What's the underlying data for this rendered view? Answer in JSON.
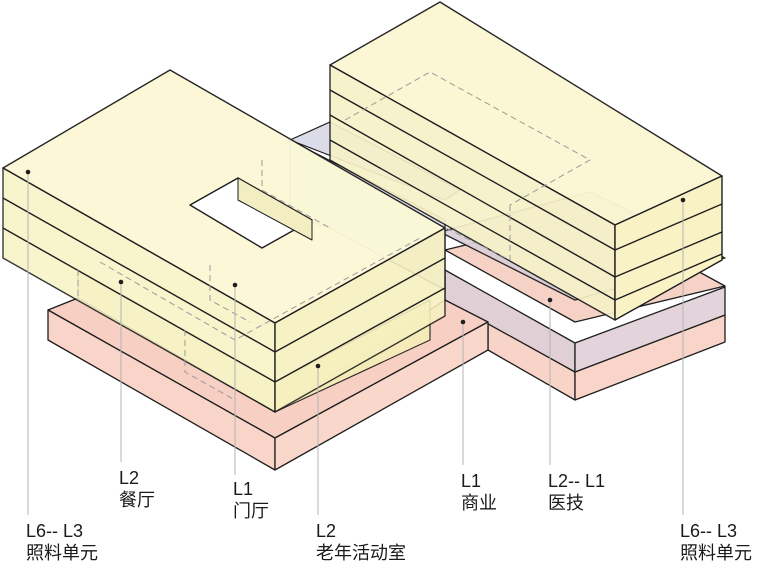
{
  "labels": {
    "care_left": {
      "level": "L6-- L3",
      "name": "照料单元"
    },
    "dining": {
      "level": "L2",
      "name": "餐厅"
    },
    "lobby": {
      "level": "L1",
      "name": "门厅"
    },
    "elderly": {
      "level": "L2",
      "name": "老年活动室"
    },
    "commercial": {
      "level": "L1",
      "name": "商业"
    },
    "medical": {
      "level": "L2-- L1",
      "name": "医技"
    },
    "care_right": {
      "level": "L6-- L3",
      "name": "照料单元"
    }
  },
  "colors": {
    "care_unit": "#fbf7d3",
    "podium": "#f8d2c6",
    "medical": "#dcd0d8",
    "elderly_room": "#f7f3bd",
    "link_block": "#dcdce6",
    "outline": "#1e1e1e",
    "leader": "#b4b4b4"
  }
}
